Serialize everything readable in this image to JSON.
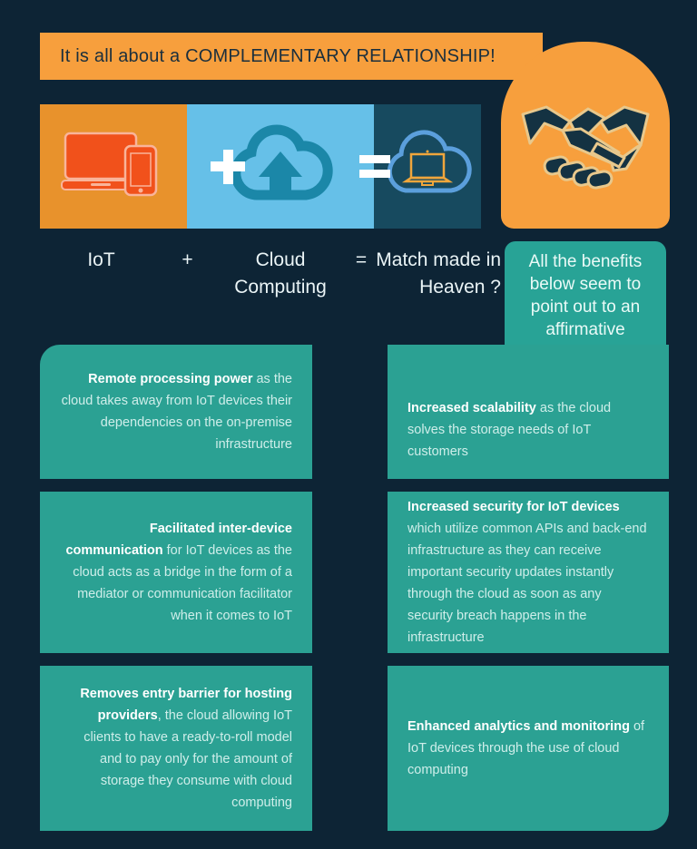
{
  "colors": {
    "background": "#0d2435",
    "orange": "#f79f3d",
    "orange_panel": "#e8922c",
    "blue_panel": "#66c0e8",
    "dark_panel": "#174a5f",
    "teal": "#2ba193",
    "teal_callout": "#28a396",
    "title_text": "#1b2f3d",
    "body_text": "#cfeeea",
    "heading_text": "#ffffff",
    "iot_icon": "#f1511b",
    "cloud_icon": "#1b87a8",
    "result_cloud": "#5b9fdc",
    "result_laptop": "#f0a63c"
  },
  "header": {
    "title": "It is all about a COMPLEMENTARY RELATIONSHIP!"
  },
  "icons": {
    "iot": "laptop-and-phone-icon",
    "plus": "plus-symbol",
    "cloud": "cloud-upload-icon",
    "equals": "equals-symbol",
    "result": "laptop-in-cloud-icon",
    "handshake": "handshake-icon"
  },
  "equation": {
    "term1": "IoT",
    "operator1": "+",
    "term2": "Cloud Computing",
    "operator2": "=",
    "term3": "Match made in Heaven ?"
  },
  "callout": {
    "text": "All the benefits below seem to point out to an affirmative answer:"
  },
  "benefits": {
    "left": [
      {
        "lead": "Remote processing power",
        "rest": " as the cloud takes away from IoT devices their dependencies on the on-premise infrastructure"
      },
      {
        "lead": "Facilitated inter-device communication",
        "rest": " for IoT devices as the cloud acts as a bridge in the form of a mediator or communication facilitator when it comes to IoT"
      },
      {
        "lead": "Removes entry barrier for hosting providers",
        "rest": ", the cloud allowing IoT clients to have a ready-to-roll model and to pay only for the amount of storage they consume with cloud computing"
      }
    ],
    "right": [
      {
        "lead": "Increased scalability",
        "rest": " as the cloud solves the storage needs of IoT customers"
      },
      {
        "lead": "Increased security for IoT devices",
        "rest": " which utilize common APIs and back-end infrastructure as they can receive important security updates instantly through the cloud as soon as any security breach happens in the infrastructure"
      },
      {
        "lead": "Enhanced analytics and monitoring",
        "rest": " of IoT devices through the use of cloud computing"
      }
    ]
  }
}
